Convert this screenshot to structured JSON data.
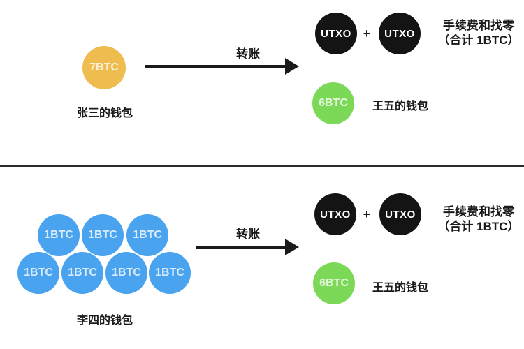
{
  "colors": {
    "background": "#ffffff",
    "divider": "#2d2d2d",
    "arrow": "#1a1a1a",
    "text": "#1a1a1a",
    "coin_yellow": "#eebc4f",
    "coin_blue": "#4aa3ef",
    "coin_green": "#7cd957",
    "coin_black": "#141414",
    "coin_label": "rgba(255,255,255,0.78)",
    "utxo_text": "#ffffff"
  },
  "sections": [
    {
      "name": "single-coin-transfer",
      "sender": {
        "coins": [
          {
            "label": "7BTC"
          }
        ],
        "wallet_label": "张三的钱包"
      },
      "arrow_label": "转账",
      "outputs": {
        "utxo_left": "UTXO",
        "plus": "+",
        "utxo_right": "UTXO",
        "fee_line1": "手续费和找零",
        "fee_line2": "（合计 1BTC）",
        "receiver_coin": "6BTC",
        "receiver_wallet_label": "王五的钱包"
      }
    },
    {
      "name": "multi-coin-transfer",
      "sender": {
        "coins": [
          {
            "label": "1BTC"
          },
          {
            "label": "1BTC"
          },
          {
            "label": "1BTC"
          },
          {
            "label": "1BTC"
          },
          {
            "label": "1BTC"
          },
          {
            "label": "1BTC"
          },
          {
            "label": "1BTC"
          }
        ],
        "wallet_label": "李四的钱包"
      },
      "arrow_label": "转账",
      "outputs": {
        "utxo_left": "UTXO",
        "plus": "+",
        "utxo_right": "UTXO",
        "fee_line1": "手续费和找零",
        "fee_line2": "（合计 1BTC）",
        "receiver_coin": "6BTC",
        "receiver_wallet_label": "王五的钱包"
      }
    }
  ]
}
